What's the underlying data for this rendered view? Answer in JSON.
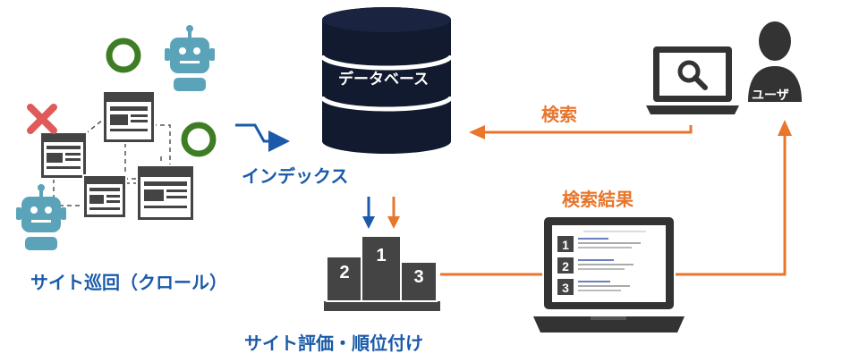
{
  "labels": {
    "database": "データベース",
    "index": "インデックス",
    "crawl": "サイト巡回（クロール）",
    "ranking": "サイト評価・順位付け",
    "search": "検索",
    "results": "検索結果",
    "user": "ユーザ"
  },
  "podium": {
    "first": "1",
    "second": "2",
    "third": "3"
  },
  "result_ranks": [
    "1",
    "2",
    "3"
  ],
  "colors": {
    "blue": "#1a5aa8",
    "orange": "#e8762d",
    "green": "#3f7d25",
    "red": "#e05a5a",
    "robot": "#5ba3b9",
    "dark": "#444444",
    "navy": "#111a2e"
  }
}
